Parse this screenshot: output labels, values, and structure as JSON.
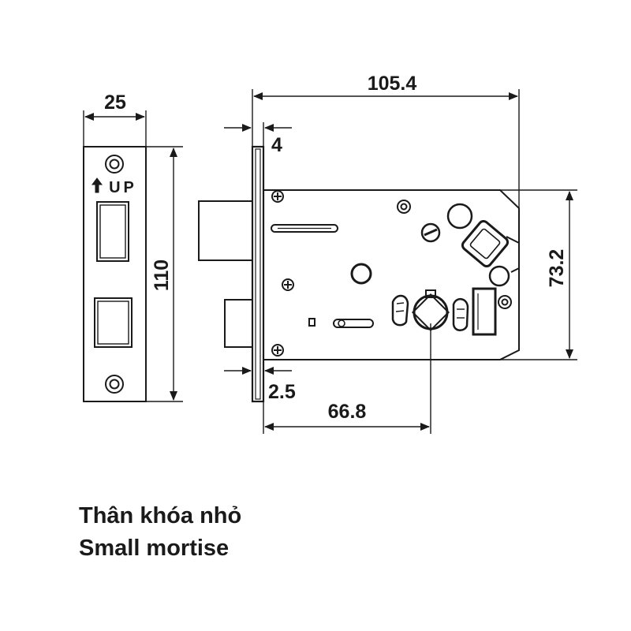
{
  "dimensions": {
    "faceplate_width": "25",
    "faceplate_height": "110",
    "overall_depth": "105.4",
    "forend_thickness": "4",
    "body_height": "73.2",
    "plate_offset": "2.5",
    "backset": "66.8"
  },
  "faceplate": {
    "up_label": "UP",
    "arrow": "up-arrow-icon"
  },
  "caption": {
    "vi": "Thân khóa nhỏ",
    "en": "Small mortise"
  },
  "colors": {
    "line": "#1a1a1a",
    "background": "#ffffff"
  }
}
